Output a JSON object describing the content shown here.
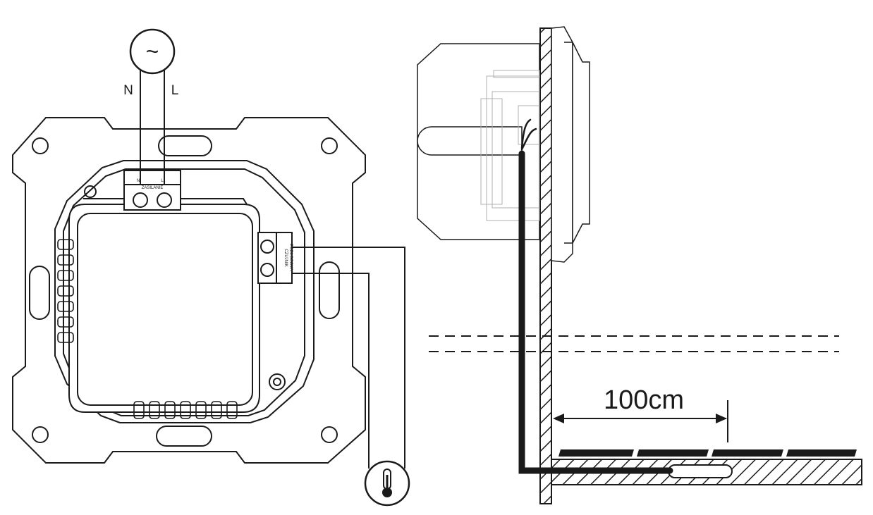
{
  "labels": {
    "ac_symbol": "~",
    "neutral": "N",
    "live": "L",
    "terminal_small_n": "N",
    "terminal_small_l": "L",
    "terminal_power": "ZASILANIE",
    "terminal_sensor_line1": "CZUJNIK",
    "terminal_sensor_line2": "PODŁOGOWY",
    "distance": "100cm"
  },
  "icons": {
    "power_source": "ac-power-icon",
    "sensor": "thermometer-icon"
  }
}
